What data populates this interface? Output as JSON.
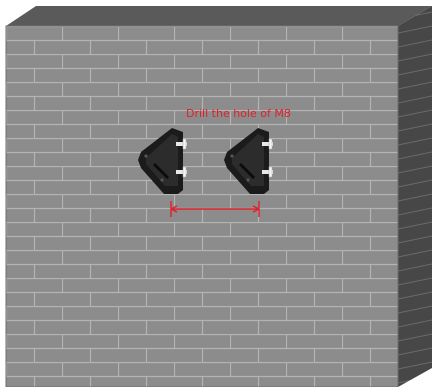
{
  "annotation": {
    "text": "Drill the hole of M8",
    "color": "#e0202a"
  },
  "colors": {
    "wall_face": "#8c8c8c",
    "wall_top": "#5a5a5a",
    "wall_side": "#474747",
    "mortar": "#b4b4b4",
    "bracket": "#1b1b1b",
    "bolt": "#e8e8e8",
    "dimension_line": "#e0202a"
  },
  "objects": {
    "brackets": [
      "left-wall-bracket",
      "right-wall-bracket"
    ],
    "bolts_per_bracket": 2
  }
}
